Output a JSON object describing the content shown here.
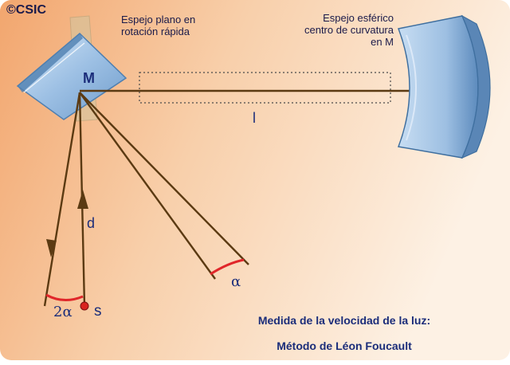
{
  "copyright": "©CSIC",
  "plane_mirror_label": "Espejo plano en\nrotación rápida",
  "spherical_mirror_label": "Espejo esférico\ncentro de curvatura\nen M",
  "point_M": "M",
  "distance_l": "l",
  "distance_d": "d",
  "angle_alpha": "α",
  "angle_two_alpha": "2α",
  "source_s": "s",
  "caption_line1": "Medida de la velocidad de la luz:",
  "caption_line2": "Método de Léon Foucault",
  "colors": {
    "background_left": "#f4b07a",
    "background_right": "#fbe6d2",
    "mirror_glass": "#a9c9e8",
    "mirror_glass_dark": "#5f8fc0",
    "rays": "#5b3a12",
    "arc_red": "#e0262a",
    "source_dot": "#d9241e",
    "text_dark": "#1b2d7a"
  }
}
